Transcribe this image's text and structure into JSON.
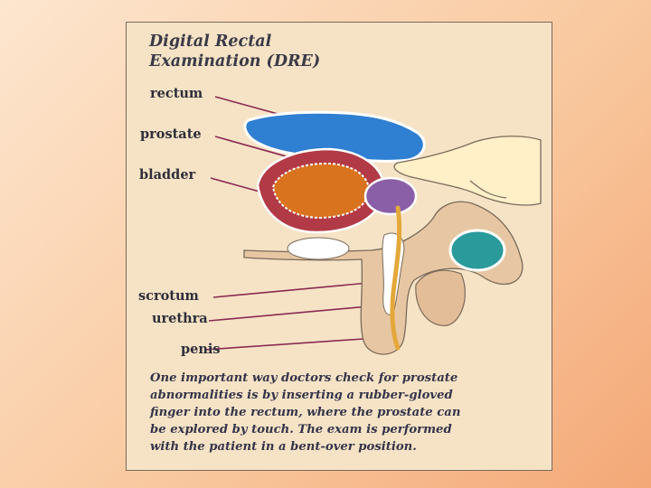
{
  "diagram": {
    "title_lines": [
      "Digital Rectal",
      "Examination (DRE)"
    ],
    "labels": {
      "rectum": "rectum",
      "prostate": "prostate",
      "bladder": "bladder",
      "scrotum": "scrotum",
      "urethra": "urethra",
      "penis": "penis"
    },
    "caption_lines": [
      "One important way doctors check for prostate",
      "abnormalities is by inserting a rubber-gloved",
      "finger into the rectum, where the prostate can",
      "be explored by touch. The exam is performed",
      "with the patient in a bent-over position."
    ],
    "colors": {
      "rectum": "#2f7fd2",
      "bladder_wall": "#b23a46",
      "bladder_inner": "#d9731e",
      "prostate": "#8a5fa8",
      "testis": "#2a9a9a",
      "skin": "#e7c7a3",
      "glove": "#fff0c8",
      "urethra": "#e4a83a"
    }
  }
}
